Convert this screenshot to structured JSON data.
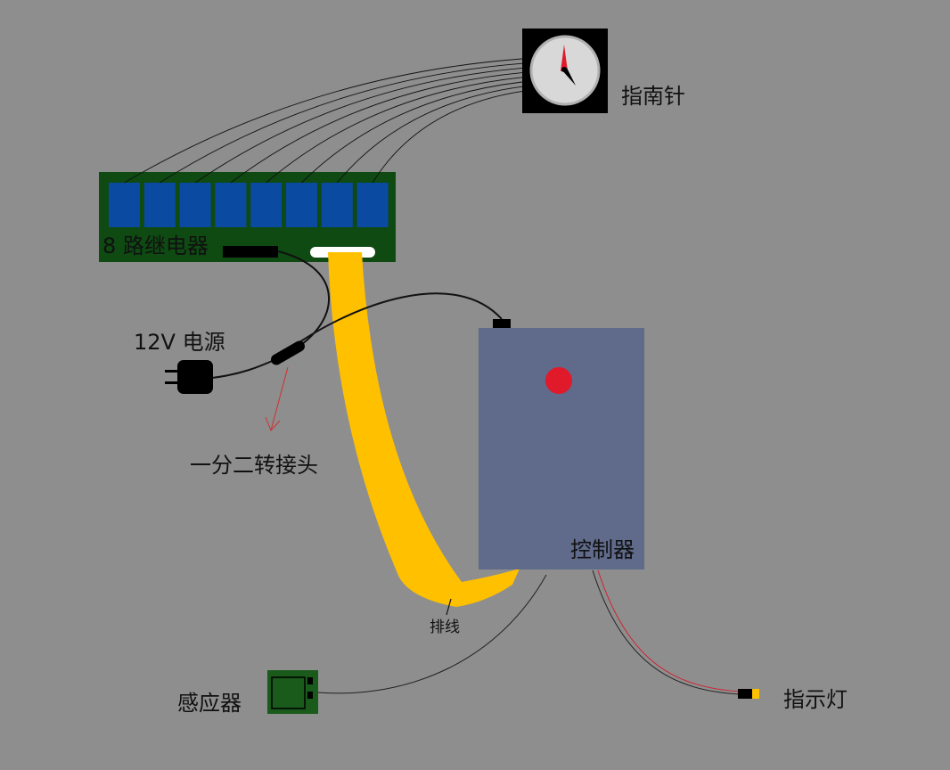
{
  "labels": {
    "compass": "指南针",
    "relay": "8 路继电器",
    "power": "12V 电源",
    "splitter": "一分二转接头",
    "controller": "控制器",
    "ribbon": "排线",
    "sensor": "感应器",
    "indicator": "指示灯"
  },
  "colors": {
    "background": "#8e8e8e",
    "relay_board": "#0e4a12",
    "relay_channel": "#0a4aa0",
    "controller": "#606a8a",
    "controller_button": "#e01a2a",
    "ribbon_cable": "#ffc000",
    "sensor_board": "#1a5a1a",
    "wire": "#111111",
    "indicator_wire": "#d02030",
    "arrow": "#d03030"
  },
  "relay_channel_count": 8
}
